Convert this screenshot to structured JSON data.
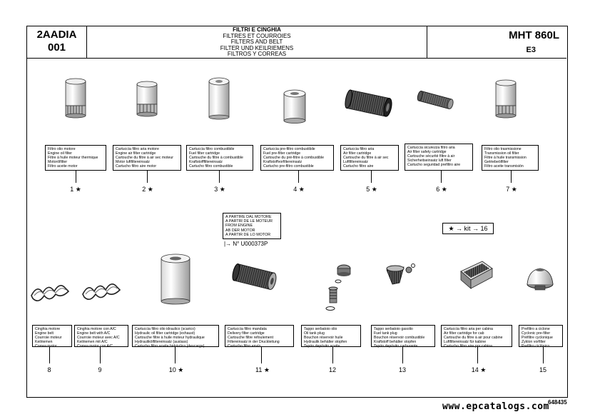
{
  "header": {
    "code_top": "2AADIA",
    "code_bottom": "001",
    "title_lines": [
      "FILTRI E CINGHIA",
      "FILTRES ET COURROIES",
      "FILTERS AND BELT",
      "FILTER UND KEILRIEMENS",
      "FILTROS Y CORREAS"
    ],
    "model": "MHT 860L",
    "variant": "E3"
  },
  "note": {
    "lines": [
      "A PARTIRE DAL MOTORE",
      "A PARTIR DE LE MOTEUR",
      "FROM ENGINE",
      "AB DER MOTOR",
      "A PARTIR DE LO MOTOR"
    ],
    "serial": "N° U000373P"
  },
  "kit": {
    "label": "★ → kit → 16"
  },
  "parts": [
    {
      "num": "1",
      "star": "★",
      "icon": "oil-filter-icon",
      "lines": [
        "Filtro olio motore",
        "Engine oil filter",
        "Filtre à huile moteur thermique",
        "Motorölfilter",
        "Filtro aceite motor"
      ]
    },
    {
      "num": "2",
      "star": "★",
      "icon": "oil-filter-icon",
      "lines": [
        "Cartuccia filtro aria motore",
        "Engine air filter cartridge",
        "Cartouche du filtre à air sec moteur",
        "Motor luftfiltereinsatz",
        "Cartucho filtro aire motor"
      ]
    },
    {
      "num": "3",
      "star": "★",
      "icon": "fuel-filter-icon",
      "lines": [
        "Cartuccia filtro combustibile",
        "Fuel filter cartridge",
        "Cartouche du filtre à combustible",
        "Kraftstofffiltereinsatz",
        "Cartucho filtro combustible"
      ]
    },
    {
      "num": "4",
      "star": "★",
      "icon": "fuel-prefilter-icon",
      "lines": [
        "Cartuccia pre-filtro combustibile",
        "Fuel pre-filter cartridge",
        "Cartouche du pré-filtre à combustible",
        "Kraftstoffvorfiltereinsatz",
        "Cartucho pre-filtro combustible"
      ]
    },
    {
      "num": "5",
      "star": "★",
      "icon": "air-filter-icon",
      "lines": [
        "Cartuccia filtro aria",
        "Air filter cartridge",
        "Cartouche du filtre à air sec",
        "Luftfiltereinsatz",
        "Cartucho filtro aire"
      ]
    },
    {
      "num": "6",
      "star": "★",
      "icon": "safety-filter-icon",
      "lines": [
        "Cartuccia sicurezza filtro aria",
        "Air filter safety cartridge",
        "Cartouche sécurité filtre à air",
        "Sicherheitseinsatz luft filter",
        "Cartucho seguridad prefiltro aire"
      ]
    },
    {
      "num": "7",
      "star": "★",
      "icon": "oil-filter-icon",
      "lines": [
        "Filtro olio trasmissione",
        "Transmission oil filter",
        "Filtre à huile transmission",
        "Getriebeölfilter",
        "Filtro aceite transmisión"
      ]
    },
    {
      "num": "8",
      "star": "",
      "icon": "belt-icon",
      "lines": [
        "Cinghia motore",
        "Engine belt",
        "Courroie moteur",
        "Keilriemen",
        "Correa motor"
      ]
    },
    {
      "num": "9",
      "star": "",
      "icon": "belt-icon",
      "lines": [
        "Cinghia motore con A/C",
        "Engine belt with A/C",
        "Courroie moteur avec A/C",
        "Keilriemen mit A/C",
        "Correa motor con A/C"
      ]
    },
    {
      "num": "10",
      "star": "★",
      "icon": "hydraulic-filter-icon",
      "lines": [
        "Cartuccia filtro olio idraulico (scarico)",
        "Hydraulic oil filter cartridge (exhaust)",
        "Cartouche filtre à huile moteur hydraulique",
        "Hydraulikölfiltereinsatz (auslass)",
        "Cartucho filtro aceite hidráulico (descarga)"
      ]
    },
    {
      "num": "11",
      "star": "★",
      "icon": "delivery-filter-icon",
      "lines": [
        "Cartuccia filtro mandata",
        "Delivery filter cartridge",
        "Cartouche filtre refoulement",
        "Filtereinsatz in der Druckleitung",
        "Cartucho filtro envío"
      ]
    },
    {
      "num": "12",
      "star": "",
      "icon": "oil-plug-icon",
      "lines": [
        "Tappo serbatoio olio",
        "Oil tank plug",
        "Bouchon réservoir huile",
        "Hydraulik behälter stopfen",
        "Tapón depósito aceite"
      ]
    },
    {
      "num": "13",
      "star": "",
      "icon": "fuel-plug-icon",
      "lines": [
        "Tappo serbatoio gasolio",
        "Fuel tank plug",
        "Bouchon réservoir combustible",
        "Kraftstoff behälter stopfen",
        "Tapón depósito carburante"
      ]
    },
    {
      "num": "14",
      "star": "★",
      "icon": "cabin-filter-icon",
      "lines": [
        "Cartuccia filtro aria per cabina",
        "Air filter cartridge for cab",
        "Cartouche du filtre à air pour cabine",
        "Luftfiltereinsatz für kabine",
        "Cartucho filtro aire por cabina"
      ]
    },
    {
      "num": "15",
      "star": "",
      "icon": "cyclonic-prefilter-icon",
      "lines": [
        "Prefiltro a ciclone",
        "Cyclonic pre-filter",
        "Préfiltre cyclonique",
        "Zyklon vorfilter",
        "Prefiltro ciclónico"
      ]
    }
  ],
  "footer": {
    "doc_id": "648435",
    "watermark": "www.epcatalogs.com"
  }
}
